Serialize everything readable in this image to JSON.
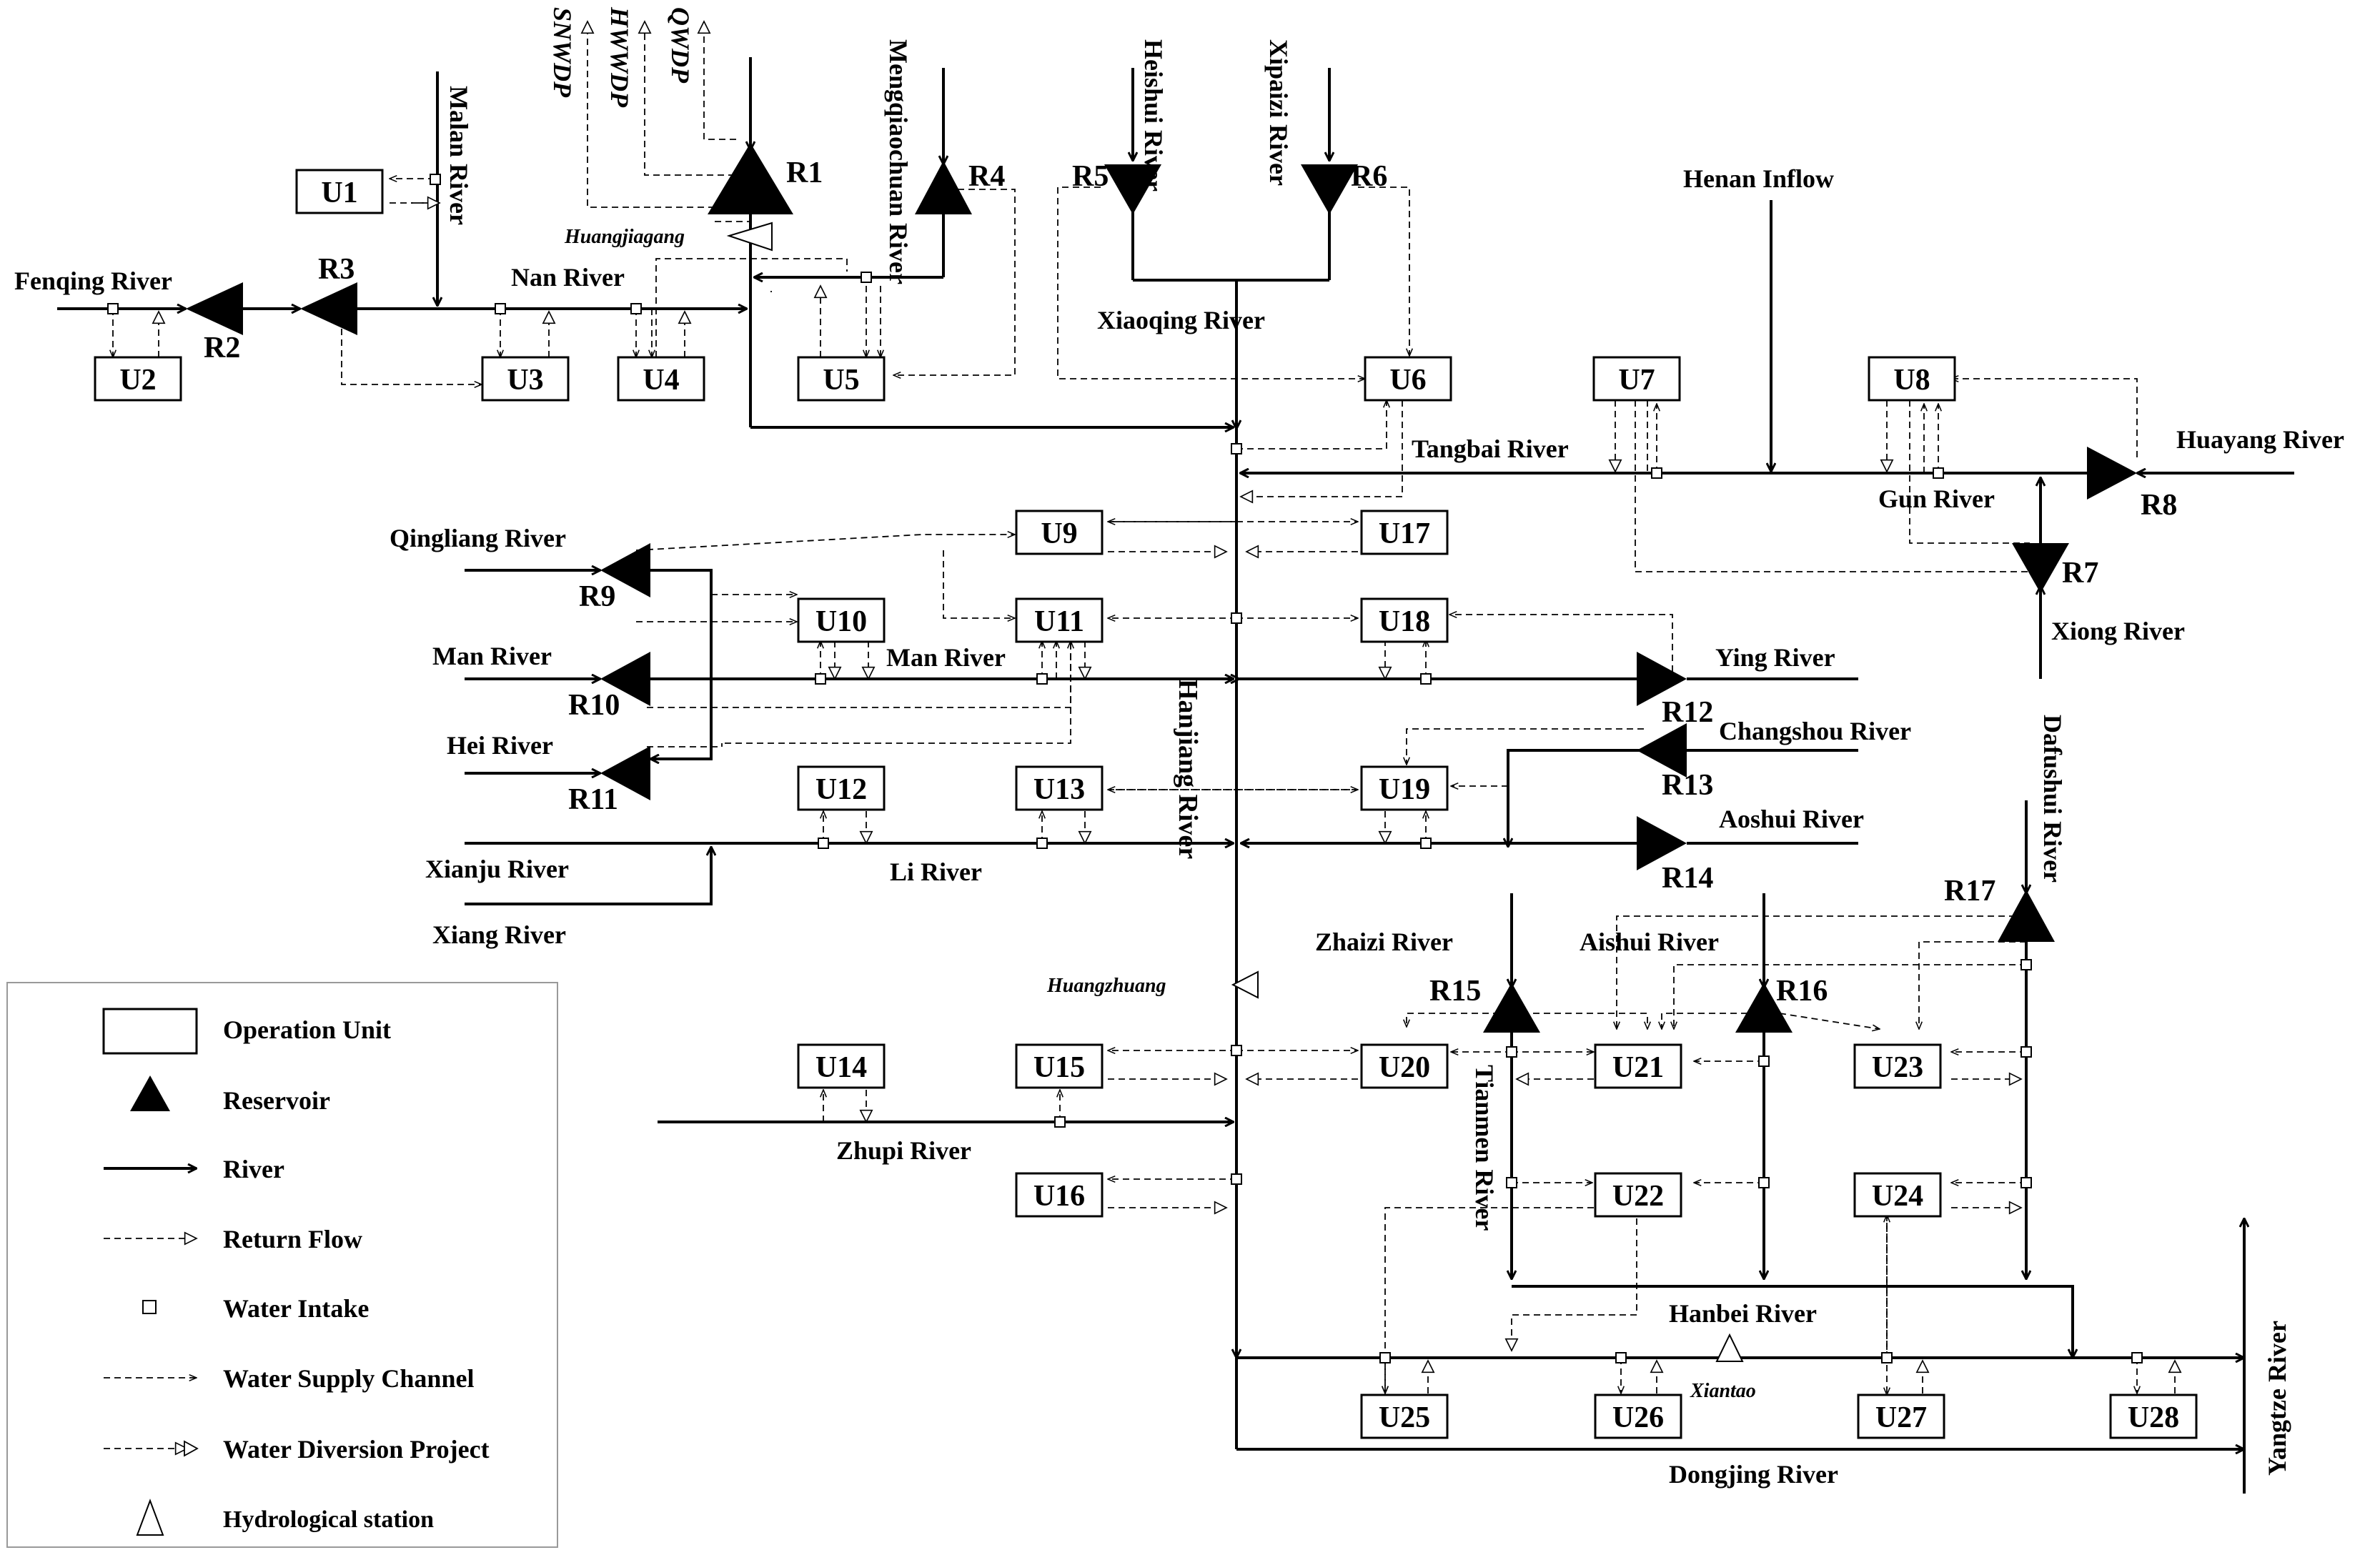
{
  "units": [
    "U1",
    "U2",
    "U3",
    "U4",
    "U5",
    "U6",
    "U7",
    "U8",
    "U9",
    "U10",
    "U11",
    "U12",
    "U13",
    "U14",
    "U15",
    "U16",
    "U17",
    "U18",
    "U19",
    "U20",
    "U21",
    "U22",
    "U23",
    "U24",
    "U25",
    "U26",
    "U27",
    "U28"
  ],
  "reservoirs": [
    "R1",
    "R2",
    "R3",
    "R4",
    "R5",
    "R6",
    "R7",
    "R8",
    "R9",
    "R10",
    "R11",
    "R12",
    "R13",
    "R14",
    "R15",
    "R16",
    "R17"
  ],
  "rivers": {
    "fenqing": "Fenqing River",
    "malan": "Malan River",
    "nan": "Nan River",
    "mengqiaochuan": "Mengqiaochuan River",
    "heishui": "Heishui River",
    "xipaizi": "Xipaizi River",
    "xiaoqing": "Xiaoqing River",
    "henan": "Henan Inflow",
    "tangbai": "Tangbai River",
    "huayang": "Huayang River",
    "gun": "Gun River",
    "xiong": "Xiong River",
    "qingliang": "Qingliang River",
    "man_west": "Man River",
    "man_east": "Man River",
    "hei": "Hei River",
    "ying": "Ying River",
    "changshou": "Changshou River",
    "aoshui": "Aoshui River",
    "xianju": "Xianju River",
    "li": "Li River",
    "xiang": "Xiang River",
    "hanjiang": "Hanjiang River",
    "dafushui": "Dafushui River",
    "zhaizi": "Zhaizi River",
    "aishui": "Aishui River",
    "tianmen": "Tianmen River",
    "zhupi": "Zhupi River",
    "hanbei": "Hanbei River",
    "yangtze": "Yangtze River",
    "dongjing": "Dongjing River"
  },
  "projects": {
    "snwdp": "SNWDP",
    "hwwdp": "HWWDP",
    "qwdp": "QWDP"
  },
  "stations": {
    "huangjiagang": "Huangjiagang",
    "huangzhuang": "Huangzhuang",
    "xiantao": "Xiantao"
  },
  "legend": {
    "operation_unit": "Operation Unit",
    "reservoir": "Reservoir",
    "river": "River",
    "return_flow": "Return Flow",
    "water_intake": "Water Intake",
    "water_supply_channel": "Water Supply Channel",
    "water_diversion_project": "Water Diversion Project",
    "hydrological_station": "Hydrological station"
  }
}
